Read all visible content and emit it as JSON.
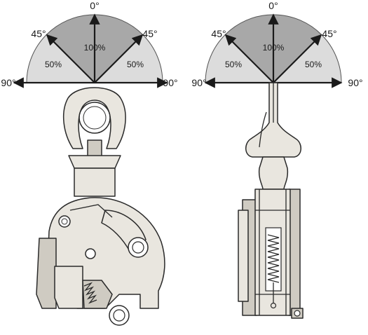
{
  "diagrams": [
    {
      "id": "front",
      "angle_top": "0°",
      "angle_left_45": "45°",
      "angle_right_45": "45°",
      "angle_left_90": "90°",
      "angle_right_90": "90°",
      "capacity_center": "100%",
      "capacity_left": "50%",
      "capacity_right": "50%"
    },
    {
      "id": "side",
      "angle_top": "0°",
      "angle_left_45": "45°",
      "angle_right_45": "45°",
      "angle_left_90": "90°",
      "angle_right_90": "90°",
      "capacity_center": "100%",
      "capacity_left": "50%",
      "capacity_right": "50%"
    }
  ],
  "colors": {
    "sector_full": "#a8a8a8",
    "sector_half": "#dcdcdc",
    "metal": "#e9e6df",
    "metal_dark": "#cfcbc2",
    "line": "#2a2a2a"
  }
}
